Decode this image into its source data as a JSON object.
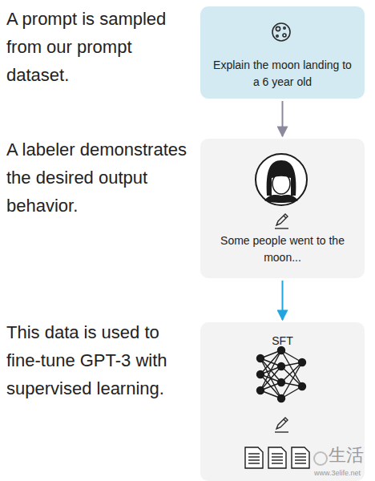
{
  "diagram": {
    "nodes": [
      {
        "text": [
          "Explain the moon landing to a 6 year old"
        ]
      },
      {
        "text": [
          "Some people went to the moon..."
        ]
      },
      {
        "text": [
          "SFT"
        ]
      }
    ],
    "edges": [
      {
        "from": 0,
        "to": 1,
        "arrow": "to"
      },
      {
        "from": 1,
        "to": 2,
        "arrow": "to"
      }
    ],
    "labels": [
      "A prompt is sampled from our prompt dataset.",
      "A labeler demonstrates the desired output behavior.",
      "This data is used to fine-tune GPT-3 with supervised learning.",
      "生活",
      "www.3elife.net"
    ]
  }
}
